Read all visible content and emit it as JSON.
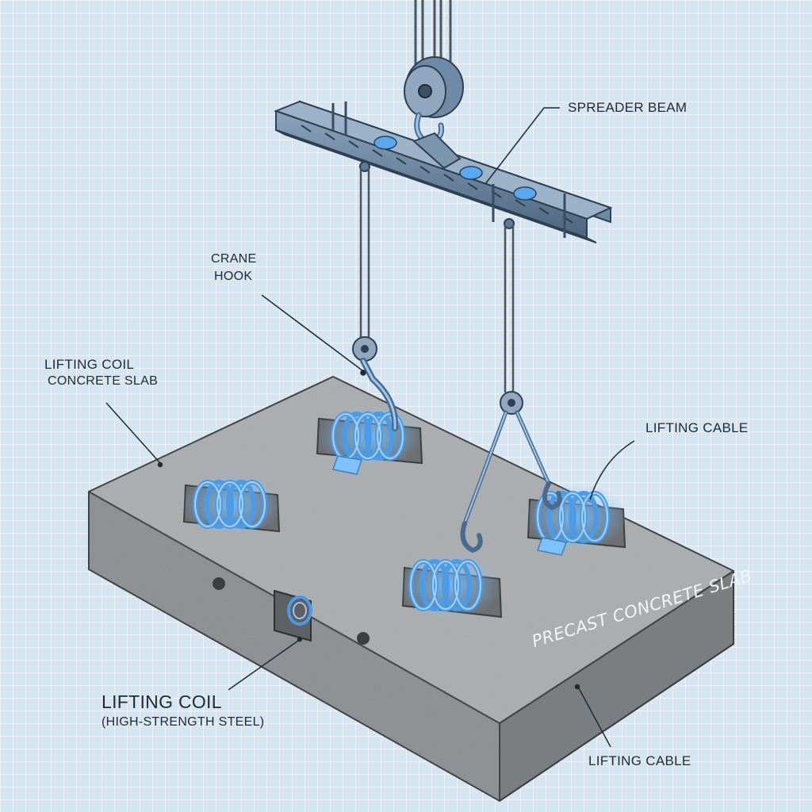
{
  "labels": {
    "spreader_beam": "SPREADER BEAM",
    "crane_hook_line1": "CRANE",
    "crane_hook_line2": "HOOK",
    "lifting_coil_top": "LIFTING COIL",
    "concrete_slab": "CONCRETE SLAB",
    "lifting_cable_right": "LIFTING CABLE",
    "lifting_coil_bottom": "LIFTING COIL",
    "high_strength_steel": "(HIGH-STRENGTH STEEL)",
    "lifting_cable_bottom": "LIFTING CABLE",
    "slab_marking": "PRECAST CONCRETE SLAB"
  },
  "colors": {
    "background": "#d7e4f1",
    "steel": "#5f7a96",
    "coil_blue": "#4a9be8",
    "concrete_top": "#a9acae",
    "concrete_front": "#8a8d90",
    "concrete_side": "#7b7e81",
    "cable": "#4a5560",
    "leader_line": "#1f2a33"
  }
}
